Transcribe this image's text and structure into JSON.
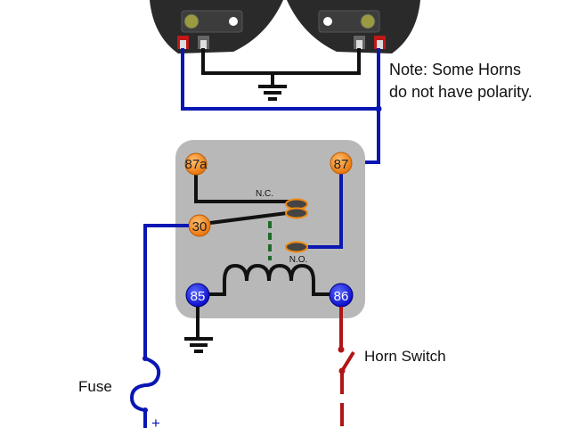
{
  "notes": {
    "line1": "Note: Some Horns",
    "line2": "do not have polarity."
  },
  "relay": {
    "terminals": {
      "t87a": "87a",
      "t87": "87",
      "t30": "30",
      "t85": "85",
      "t86": "86"
    },
    "nc_label": "N.C.",
    "no_label": "N.O."
  },
  "labels": {
    "horn_switch": "Horn Switch",
    "fuse": "Fuse",
    "plus": "+"
  },
  "colors": {
    "positive_wire": "#0a17b3",
    "ground_wire": "#111111",
    "switch_wire": "#b01515",
    "relay_body": "#b8b8b8",
    "switch_terminal": "#f08a12",
    "coil_terminal": "#1a1ad6",
    "armature_link": "#1f6a2a"
  }
}
